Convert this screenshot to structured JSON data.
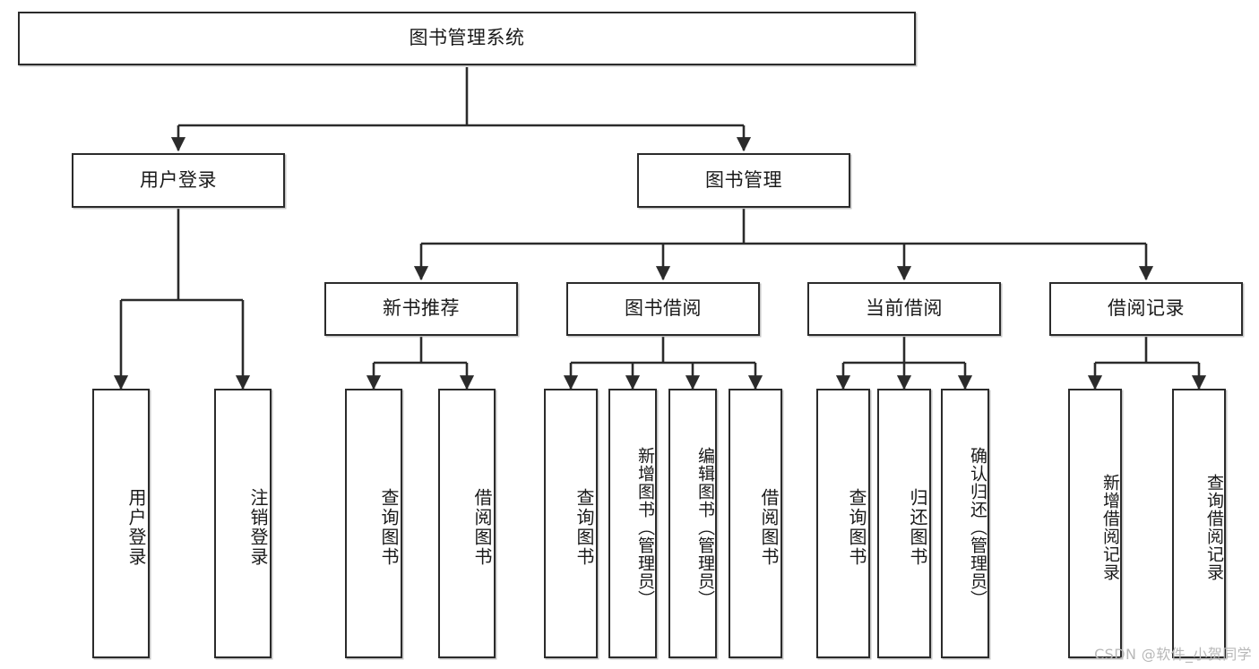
{
  "diagram": {
    "type": "tree",
    "title": "图书管理系统",
    "watermark": "CSDN @软件_小贺同学",
    "colors": {
      "background": "#ffffff",
      "node_border": "#2b2b2b",
      "node_fill": "#ffffff",
      "edge": "#2b2b2b",
      "text": "#1a1a1a",
      "watermark": "#b8b8b8"
    },
    "root": {
      "label": "图书管理系统"
    },
    "level2": [
      {
        "label": "用户登录"
      },
      {
        "label": "图书管理"
      }
    ],
    "level3": [
      {
        "label": "新书推荐"
      },
      {
        "label": "图书借阅"
      },
      {
        "label": "当前借阅"
      },
      {
        "label": "借阅记录"
      }
    ],
    "leaves_user_login": [
      {
        "label": "用户登录"
      },
      {
        "label": "注销登录"
      }
    ],
    "leaves_new_book": [
      {
        "label": "查询图书"
      },
      {
        "label": "借阅图书"
      }
    ],
    "leaves_borrow": [
      {
        "label": "查询图书"
      },
      {
        "label": "新增图书（管理员）"
      },
      {
        "label": "编辑图书（管理员）"
      },
      {
        "label": "借阅图书"
      }
    ],
    "leaves_current": [
      {
        "label": "查询图书"
      },
      {
        "label": "归还图书"
      },
      {
        "label": "确认归还（管理员）"
      }
    ],
    "leaves_record": [
      {
        "label": "新增借阅记录"
      },
      {
        "label": "查询借阅记录"
      }
    ]
  }
}
